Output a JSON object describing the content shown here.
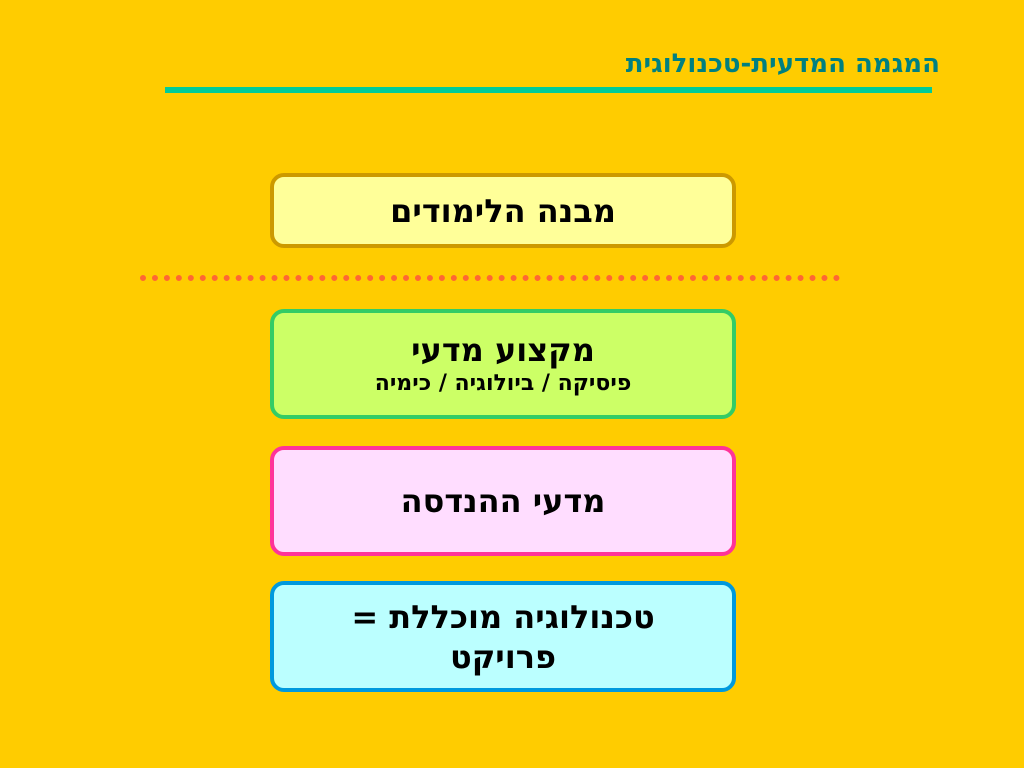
{
  "slide": {
    "title": "המגמה המדעית-טכנולוגית",
    "boxes": {
      "study_structure": "מבנה הלימודים",
      "science_major": {
        "main": "מקצוע מדעי",
        "sub": "פיסיקה / ביולוגיה / כימיה"
      },
      "engineering": "מדעי ההנדסה",
      "technology": {
        "line1": "טכנולוגיה מוכללת =",
        "line2": "פרויקט"
      }
    }
  },
  "colors": {
    "background": "#FFCC00",
    "title_text": "#008080",
    "title_rule": "#00CC99",
    "dotted_rule": "#FF6633",
    "box_study_fill": "#FFFF99",
    "box_study_border": "#CC9900",
    "box_science_fill": "#CCFF66",
    "box_science_border": "#33CC66",
    "box_engineering_fill": "#FFDDFF",
    "box_engineering_border": "#FF3399",
    "box_technology_fill": "#BBFFFF",
    "box_technology_border": "#0099DD"
  }
}
